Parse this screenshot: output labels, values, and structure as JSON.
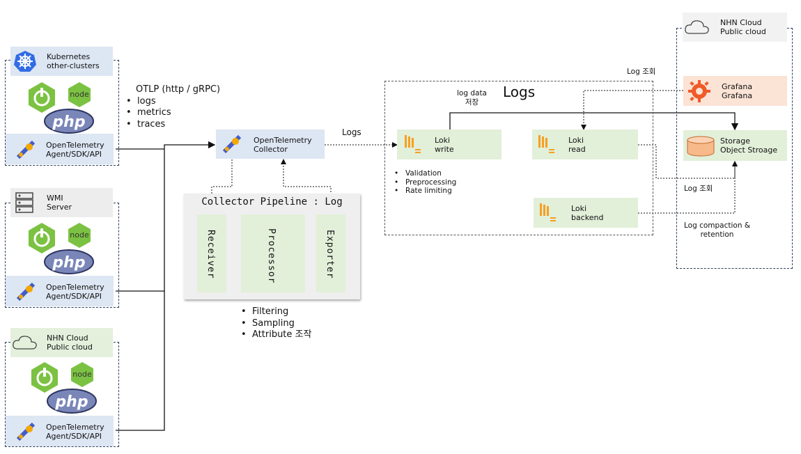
{
  "sources": [
    {
      "label_line1": "Kubernetes",
      "label_line2": "other-clusters",
      "otel_line1": "OpenTelemetry",
      "otel_line2": "Agent/SDK/API",
      "icon": "kubernetes-icon"
    },
    {
      "label_line1": "WMI",
      "label_line2": "Server",
      "otel_line1": "OpenTelemetry",
      "otel_line2": "Agent/SDK/API",
      "icon": "server-icon"
    },
    {
      "label_line1": "NHN Cloud",
      "label_line2": "Public cloud",
      "otel_line1": "OpenTelemetry",
      "otel_line2": "Agent/SDK/API",
      "icon": "cloud-icon"
    }
  ],
  "logos": {
    "node": "node",
    "php": "php"
  },
  "otlp": {
    "title": "OTLP (http / gRPC)",
    "items": [
      "logs",
      "metrics",
      "traces"
    ]
  },
  "collector": {
    "line1": "OpenTelemetry",
    "line2": "Collector"
  },
  "pipeline": {
    "title": "Collector Pipeline : Log",
    "receiver": "Receiver",
    "processor": "Processor",
    "exporter": "Exporter",
    "bullets": [
      "Filtering",
      "Sampling",
      "Attribute 조작"
    ]
  },
  "edge_labels": {
    "logs": "Logs",
    "log_data_line1": "log data",
    "log_data_line2": "저장",
    "log_query_top": "Log 조회",
    "log_query_right": "Log 조회",
    "compaction_line1": "Log compaction &",
    "compaction_line2": "retention"
  },
  "logs_group": {
    "title": "Logs"
  },
  "loki": {
    "write": {
      "line1": "Loki",
      "line2": "write"
    },
    "read": {
      "line1": "Loki",
      "line2": "read"
    },
    "backend": {
      "line1": "Loki",
      "line2": "backend"
    },
    "write_bullets": [
      "Validation",
      "Preprocessing",
      "Rate limiting"
    ]
  },
  "nhn_cloud": {
    "line1": "NHN Cloud",
    "line2": "Public cloud"
  },
  "grafana": {
    "line1": "Grafana",
    "line2": "Grafana"
  },
  "storage": {
    "line1": "Storage",
    "line2": "Object Stroage"
  },
  "colors": {
    "node_green": "#7cc242",
    "php_purple": "#7a86b8",
    "loki_orange": "#f6a021",
    "grafana_orange": "#f05a28",
    "storage_orange": "#f8b98a",
    "k8s_blue": "#326ce5"
  }
}
